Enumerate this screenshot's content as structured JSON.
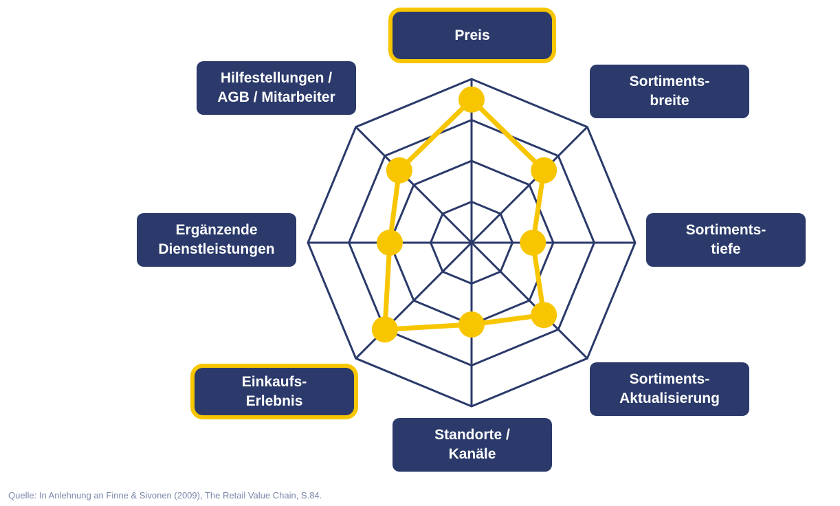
{
  "chart_data": {
    "type": "radar",
    "axes": [
      {
        "label": "Preis",
        "highlight": true
      },
      {
        "label": "Sortiments-\nbreite",
        "highlight": false
      },
      {
        "label": "Sortiments-\ntiefe",
        "highlight": false
      },
      {
        "label": "Sortiments-\nAktualisierung",
        "highlight": false
      },
      {
        "label": "Standorte /\nKanäle",
        "highlight": false
      },
      {
        "label": "Einkaufs-\nErlebnis",
        "highlight": true
      },
      {
        "label": "Ergänzende\nDienstleistungen",
        "highlight": false
      },
      {
        "label": "Hilfestellungen /\nAGB / Mitarbeiter",
        "highlight": false
      }
    ],
    "levels": 4,
    "max": 4,
    "series": [
      {
        "values": [
          3.5,
          2.5,
          1.5,
          2.5,
          2.0,
          3.0,
          2.0,
          2.5
        ]
      }
    ]
  },
  "source": "Quelle: In Anlehnung an Finne & Sivonen (2009), The Retail Value Chain, S.84.",
  "colors": {
    "grid": "#2b3a6b",
    "box": "#2b3a6b",
    "series": "#f7c600",
    "highlight_border": "#f7c600",
    "label_text": "#ffffff"
  }
}
